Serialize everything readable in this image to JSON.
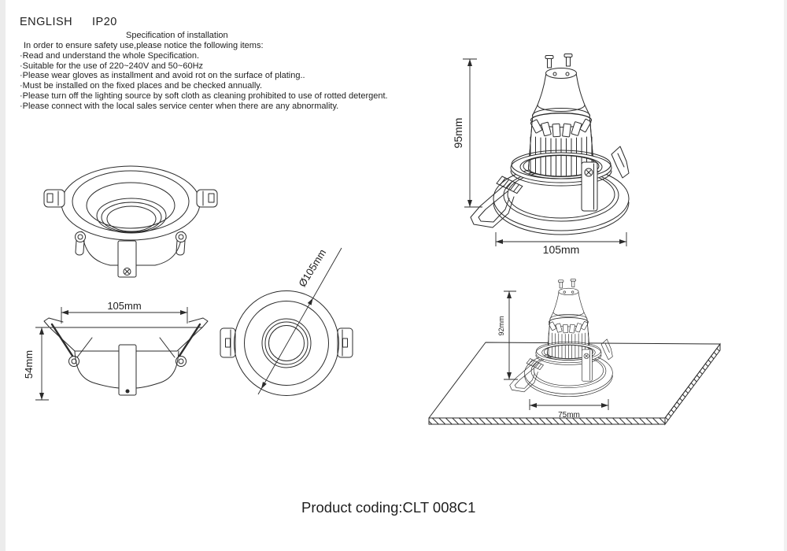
{
  "page": {
    "language_label": "ENGLISH",
    "ip_rating": "IP20",
    "product_coding": "Product coding:CLT 008C1"
  },
  "spec": {
    "title": "Specification of installation",
    "intro": "In order to ensure safety use,please notice the following items:",
    "bullet": "·",
    "items": [
      "Read and understand the whole Specification.",
      "Suitable for the use of 220~240V and 50~60Hz",
      "Please wear gloves as installment and avoid rot on the surface of plating..",
      "Must be installed on the fixed places and be checked annually.",
      "Please turn off the lighting source by soft cloth as cleaning prohibited to use of rotted detergent.",
      "Please connect with the local sales service center when there are any abnormality."
    ]
  },
  "dimensions": {
    "side_height": "95mm",
    "side_width": "105mm",
    "front_width": "105mm",
    "front_depth": "54mm",
    "diameter": "Ø105mm",
    "install_height": "92mm",
    "install_cutout": "75mm"
  }
}
